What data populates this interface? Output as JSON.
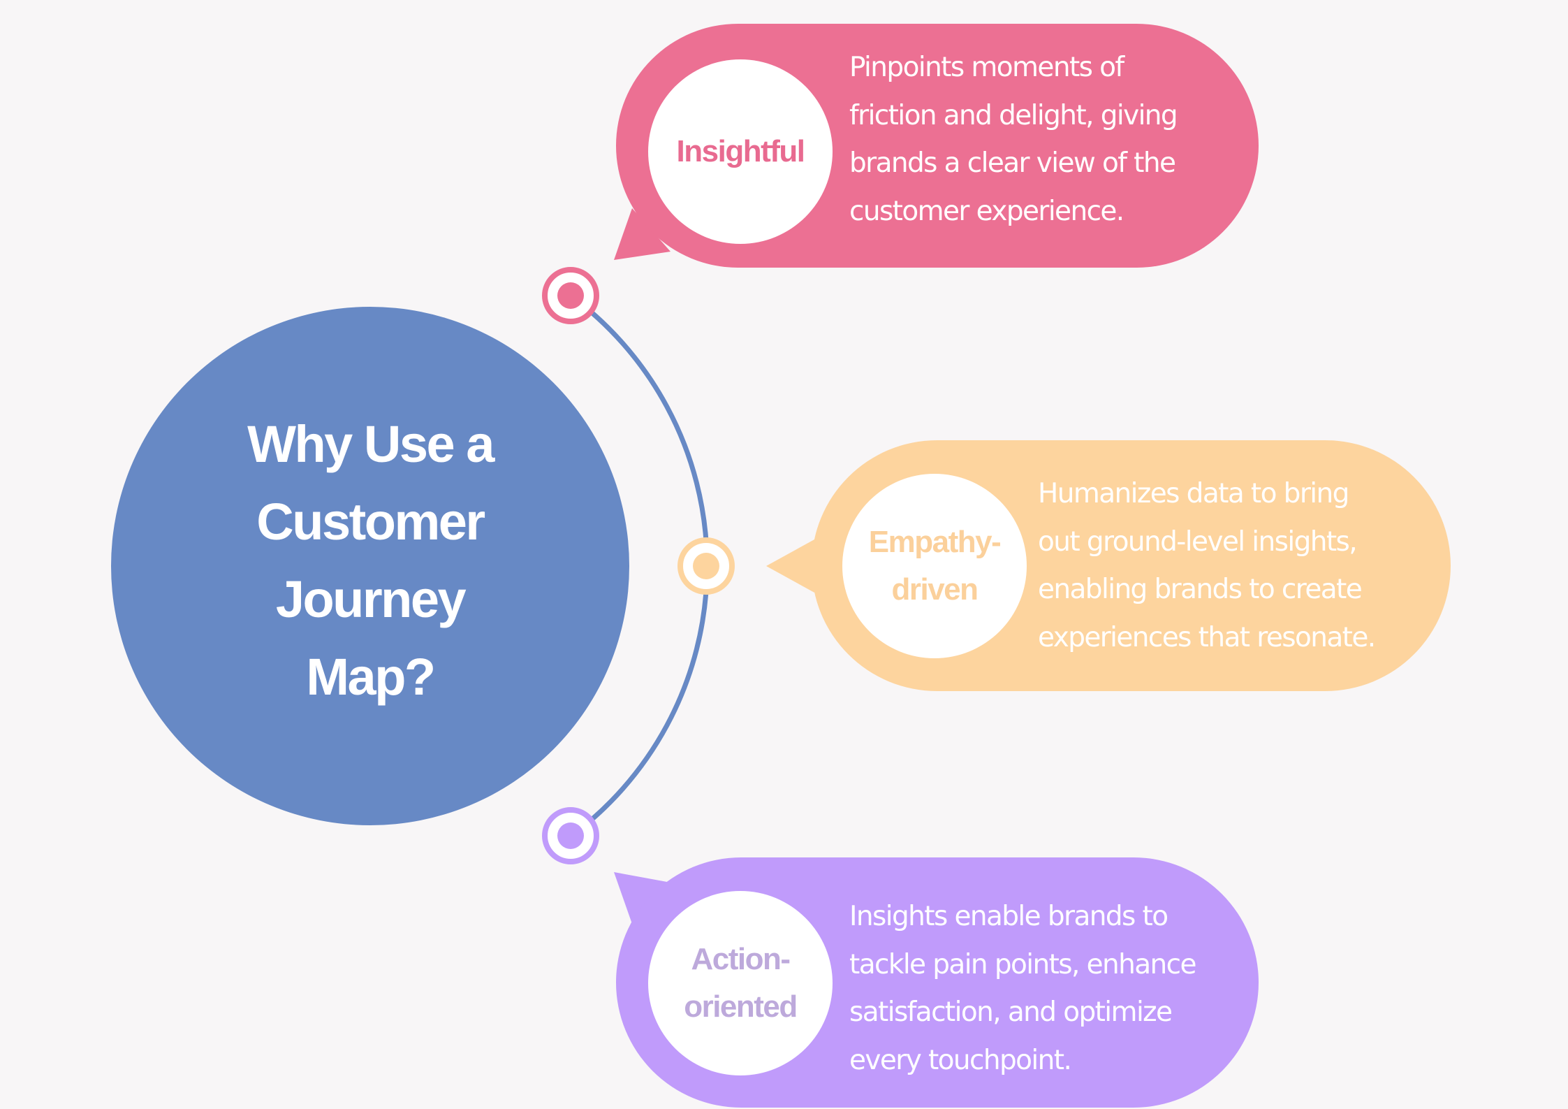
{
  "title": {
    "lines": [
      "Why Use a",
      "Customer",
      "Journey",
      "Map?"
    ],
    "color": "#FFFFFF",
    "circle_color": "#6789C5"
  },
  "connector": {
    "color": "#6789C5"
  },
  "background": "#F8F6F7",
  "items": [
    {
      "id": "insightful",
      "label_lines": [
        "Insightful"
      ],
      "description_lines": [
        "Pinpoints moments of",
        "friction and delight, giving",
        "brands a clear view of the",
        "customer experience."
      ],
      "bubble_color": "#EC7093",
      "label_color": "#E86A90",
      "node_color": "#EC7093"
    },
    {
      "id": "empathy-driven",
      "label_lines": [
        "Empathy-",
        "driven"
      ],
      "description_lines": [
        "Humanizes data to bring",
        "out ground-level insights,",
        "enabling brands to create",
        "experiences that resonate."
      ],
      "bubble_color": "#FDD49E",
      "label_color": "#FBD09B",
      "node_color": "#FDD49E"
    },
    {
      "id": "action-oriented",
      "label_lines": [
        "Action-",
        "oriented"
      ],
      "description_lines": [
        "Insights enable brands to",
        "tackle pain points, enhance",
        "satisfaction, and optimize",
        "every touchpoint."
      ],
      "bubble_color": "#C09BFB",
      "label_color": "#BDA9DB",
      "node_color": "#C09BFB"
    }
  ]
}
